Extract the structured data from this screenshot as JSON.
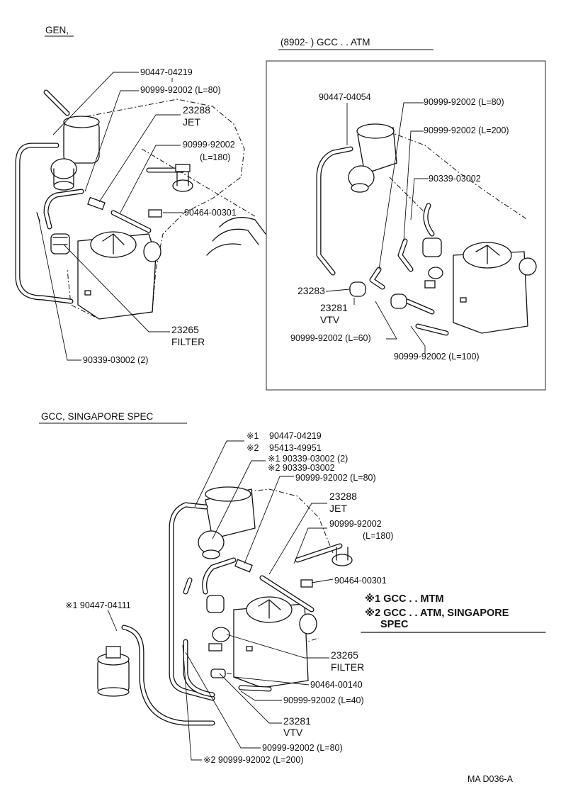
{
  "sections": {
    "gen": {
      "title": "GEN,",
      "labels": [
        {
          "id": "gen-l1",
          "text": "90447-04219"
        },
        {
          "id": "gen-l2",
          "text": "90999-92002 (L=80)"
        },
        {
          "id": "gen-l3a",
          "text": "23288"
        },
        {
          "id": "gen-l3b",
          "text": "JET"
        },
        {
          "id": "gen-l4a",
          "text": "90999-92002"
        },
        {
          "id": "gen-l4b",
          "text": "(L=180)"
        },
        {
          "id": "gen-l5",
          "text": "90464-00301"
        },
        {
          "id": "gen-l6a",
          "text": "23265"
        },
        {
          "id": "gen-l6b",
          "text": "FILTER"
        },
        {
          "id": "gen-l7",
          "text": "90339-03002 (2)"
        }
      ]
    },
    "atm": {
      "title": "(8902-        ) GCC . . ATM",
      "labels": [
        {
          "id": "atm-l1",
          "text": "90447-04054"
        },
        {
          "id": "atm-l2",
          "text": "90999-92002 (L=80)"
        },
        {
          "id": "atm-l3",
          "text": "90999-92002 (L=200)"
        },
        {
          "id": "atm-l4",
          "text": "90339-03002"
        },
        {
          "id": "atm-l5",
          "text": "23283"
        },
        {
          "id": "atm-l6a",
          "text": "23281"
        },
        {
          "id": "atm-l6b",
          "text": "VTV"
        },
        {
          "id": "atm-l7",
          "text": "90999-92002 (L=60)"
        },
        {
          "id": "atm-l8",
          "text": "90999-92002 (L=100)"
        }
      ]
    },
    "gcc": {
      "title": "GCC, SINGAPORE SPEC",
      "labels": [
        {
          "id": "gcc-l1m",
          "text": "※1"
        },
        {
          "id": "gcc-l1",
          "text": "90447-04219"
        },
        {
          "id": "gcc-l2m",
          "text": "※2"
        },
        {
          "id": "gcc-l2",
          "text": "95413-49951"
        },
        {
          "id": "gcc-l3",
          "text": "※1 90339-03002 (2)"
        },
        {
          "id": "gcc-l4",
          "text": "※2 90339-03002"
        },
        {
          "id": "gcc-l5",
          "text": "90999-92002 (L=80)"
        },
        {
          "id": "gcc-l6a",
          "text": "23288"
        },
        {
          "id": "gcc-l6b",
          "text": "JET"
        },
        {
          "id": "gcc-l7a",
          "text": "90999-92002"
        },
        {
          "id": "gcc-l7b",
          "text": "(L=180)"
        },
        {
          "id": "gcc-l8",
          "text": "90464-00301"
        },
        {
          "id": "gcc-l9",
          "text": "※1 90447-04111"
        },
        {
          "id": "gcc-l10a",
          "text": "23265"
        },
        {
          "id": "gcc-l10b",
          "text": "FILTER"
        },
        {
          "id": "gcc-l11",
          "text": "90464-00140"
        },
        {
          "id": "gcc-l12",
          "text": "90999-92002 (L=40)"
        },
        {
          "id": "gcc-l13a",
          "text": "23281"
        },
        {
          "id": "gcc-l13b",
          "text": "VTV"
        },
        {
          "id": "gcc-l14",
          "text": "90999-92002 (L=80)"
        },
        {
          "id": "gcc-l15",
          "text": "※2 90999-92002 (L=200)"
        }
      ]
    }
  },
  "notes": {
    "n1": "※1 GCC . . MTM",
    "n2": "※2 GCC . . ATM, SINGAPORE",
    "n2b": "SPEC"
  },
  "footer": "MA  D036-A"
}
